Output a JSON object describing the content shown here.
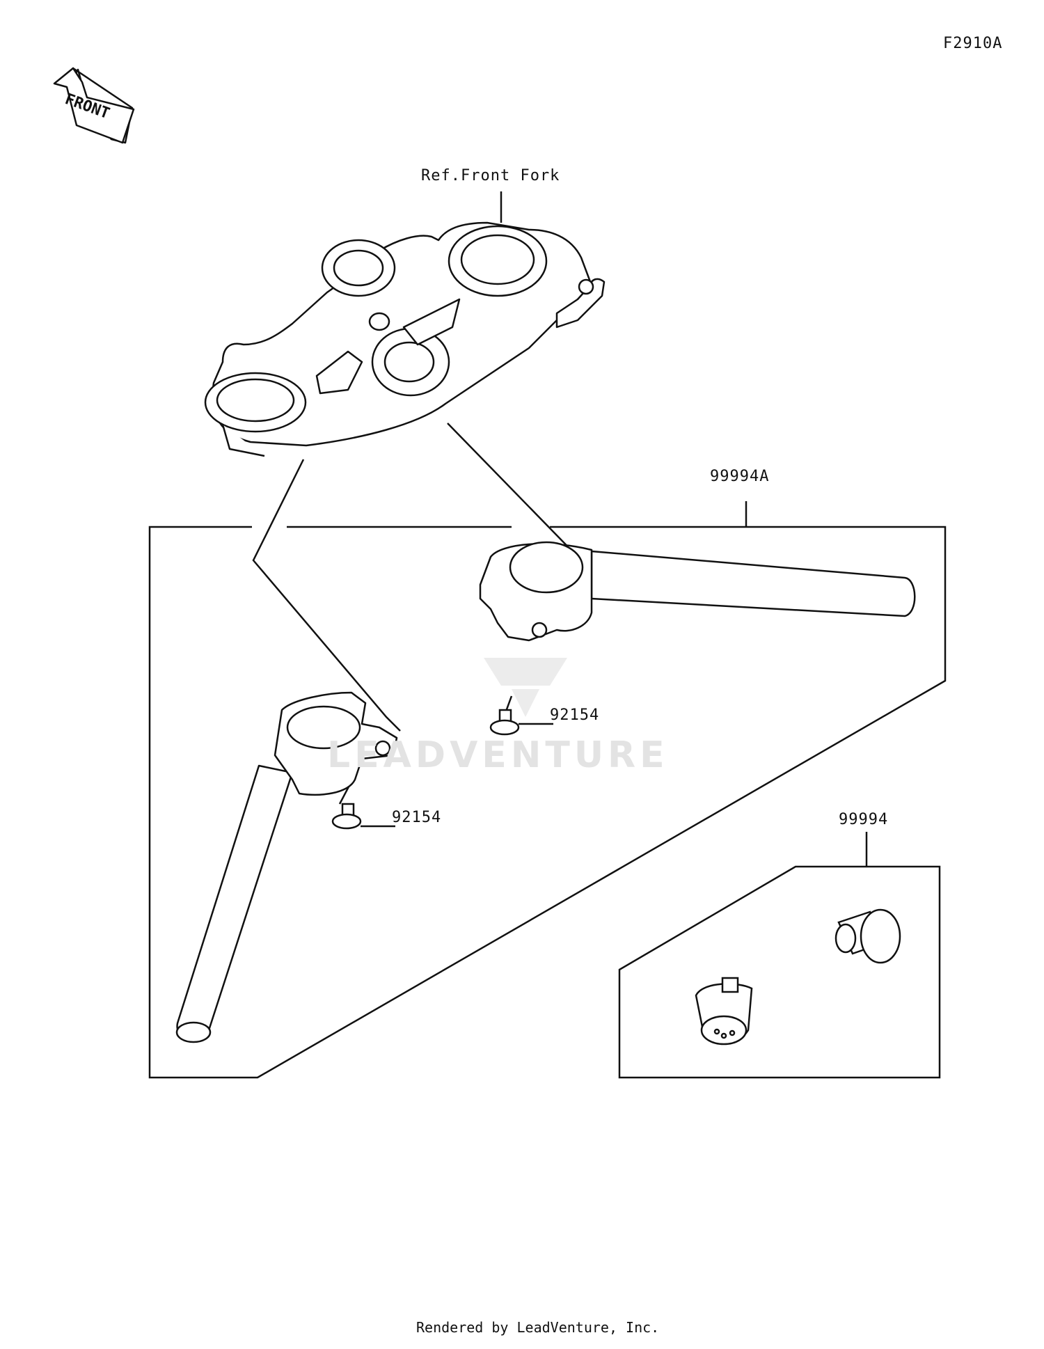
{
  "figure_code": "F2910A",
  "front_arrow_label": "FRONT",
  "ref_label": "Ref.Front Fork",
  "watermark": "LEADVENTURE",
  "parts": {
    "handlebar_kit": "99994A",
    "bolt_upper": "92154",
    "bolt_lower": "92154",
    "bar_end_kit": "99994"
  },
  "footer": "Rendered by LeadVenture, Inc."
}
